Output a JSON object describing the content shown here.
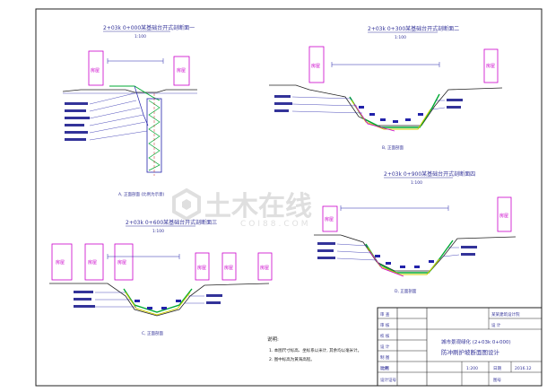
{
  "colors": {
    "line": "#2222aa",
    "label": "#333399",
    "magenta": "#cc00cc",
    "green": "#00aa33",
    "yellow": "#cccc00",
    "red": "#cc2222",
    "frame": "#222222",
    "watermark": "#dcdcdc"
  },
  "sections": {
    "s1": {
      "title": "2+03k 0+000某基础台开式剖断面一",
      "scale": "1:100",
      "caption": "A, 正面剖面 (比例为示意)"
    },
    "s2": {
      "title": "2+03k 0+300某基础台开式剖断面二",
      "scale": "1:100",
      "caption": "B, 正面剖面"
    },
    "s3": {
      "title": "2+03k 0+600某基础台开式剖断面三",
      "scale": "1:100",
      "caption": "C, 正面剖面"
    },
    "s4": {
      "title": "2+03k 0+900某基础台开式剖断面四",
      "scale": "1:100",
      "caption": "D, 正面剖面"
    }
  },
  "buildings": {
    "label": "房屋"
  },
  "notes": {
    "heading": "说明:",
    "items": [
      "1. 本图尺寸标高、坐标系以米计, 其余均以毫米计。",
      "2. 图中标高为黄海高程。"
    ]
  },
  "title_block": {
    "left_labels": [
      "审 查",
      "审 核",
      "校 核",
      "设 计",
      "制 图",
      "比例",
      "设计证号"
    ],
    "right_top": "某某建筑设计院",
    "right_mid": "设 计",
    "project": "城市景观绿化 (2+03k 0+000)",
    "drawing": "防冲刷护坡断面图设计",
    "scale_label": "比例",
    "scale_value": "1:200",
    "date_label": "日期",
    "date_value": "2016.12",
    "number_label": "图号"
  },
  "watermark": {
    "main": "土木在线",
    "sub": "COI88.COM"
  }
}
